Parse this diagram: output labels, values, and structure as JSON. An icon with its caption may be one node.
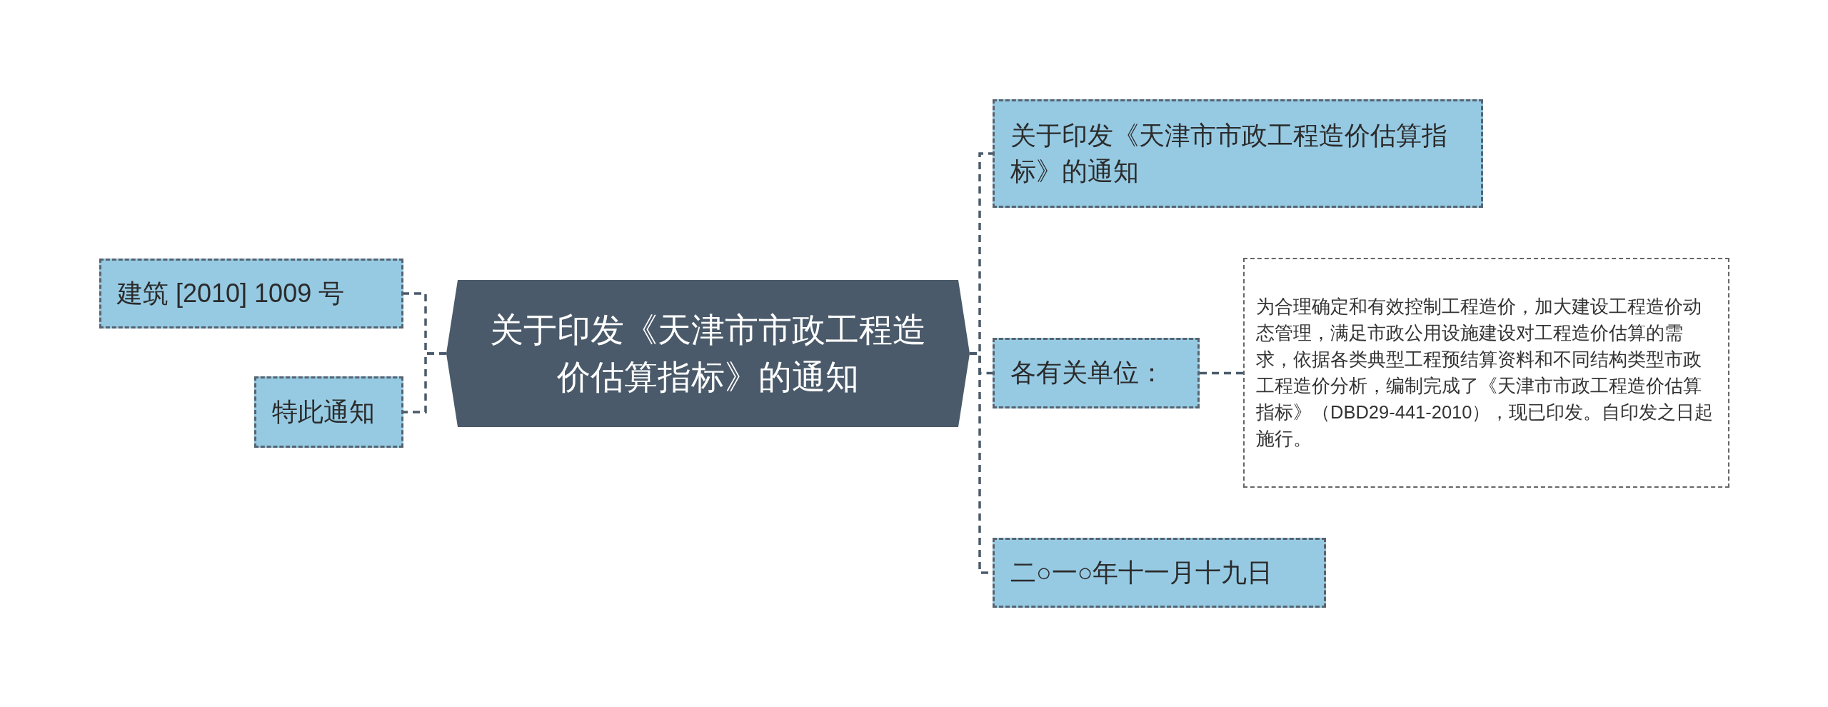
{
  "diagram": {
    "nodes": [
      {
        "text": [
          "关于印发《天津市市政工程造价估算指标》的通知"
        ]
      },
      {
        "text": [
          "建筑 [2010] 1009 号"
        ]
      },
      {
        "text": [
          "特此通知"
        ]
      },
      {
        "text": [
          "关于印发《天津市市政工程造价估算指标》的通知"
        ]
      },
      {
        "text": [
          "各有关单位："
        ]
      },
      {
        "text": [
          "为合理确定和有效控制工程造价，加大建设工程造价动态管理，满足市政公用设施建设对工程造价估算的需求，依据各类典型工程预结算资料和不同结构类型市政工程造价分析，编制完成了《天津市市政工程造价估算指标》（DBD29-441-2010），现已印发。自印发之日起施行。"
        ]
      },
      {
        "text": [
          "二○一○年十一月十九日"
        ]
      }
    ],
    "edges": [
      {
        "from": 0,
        "to": 1,
        "arrow": "none"
      },
      {
        "from": 0,
        "to": 2,
        "arrow": "none"
      },
      {
        "from": 0,
        "to": 3,
        "arrow": "none"
      },
      {
        "from": 0,
        "to": 4,
        "arrow": "none"
      },
      {
        "from": 0,
        "to": 6,
        "arrow": "none"
      },
      {
        "from": 4,
        "to": 5,
        "arrow": "none"
      }
    ]
  }
}
